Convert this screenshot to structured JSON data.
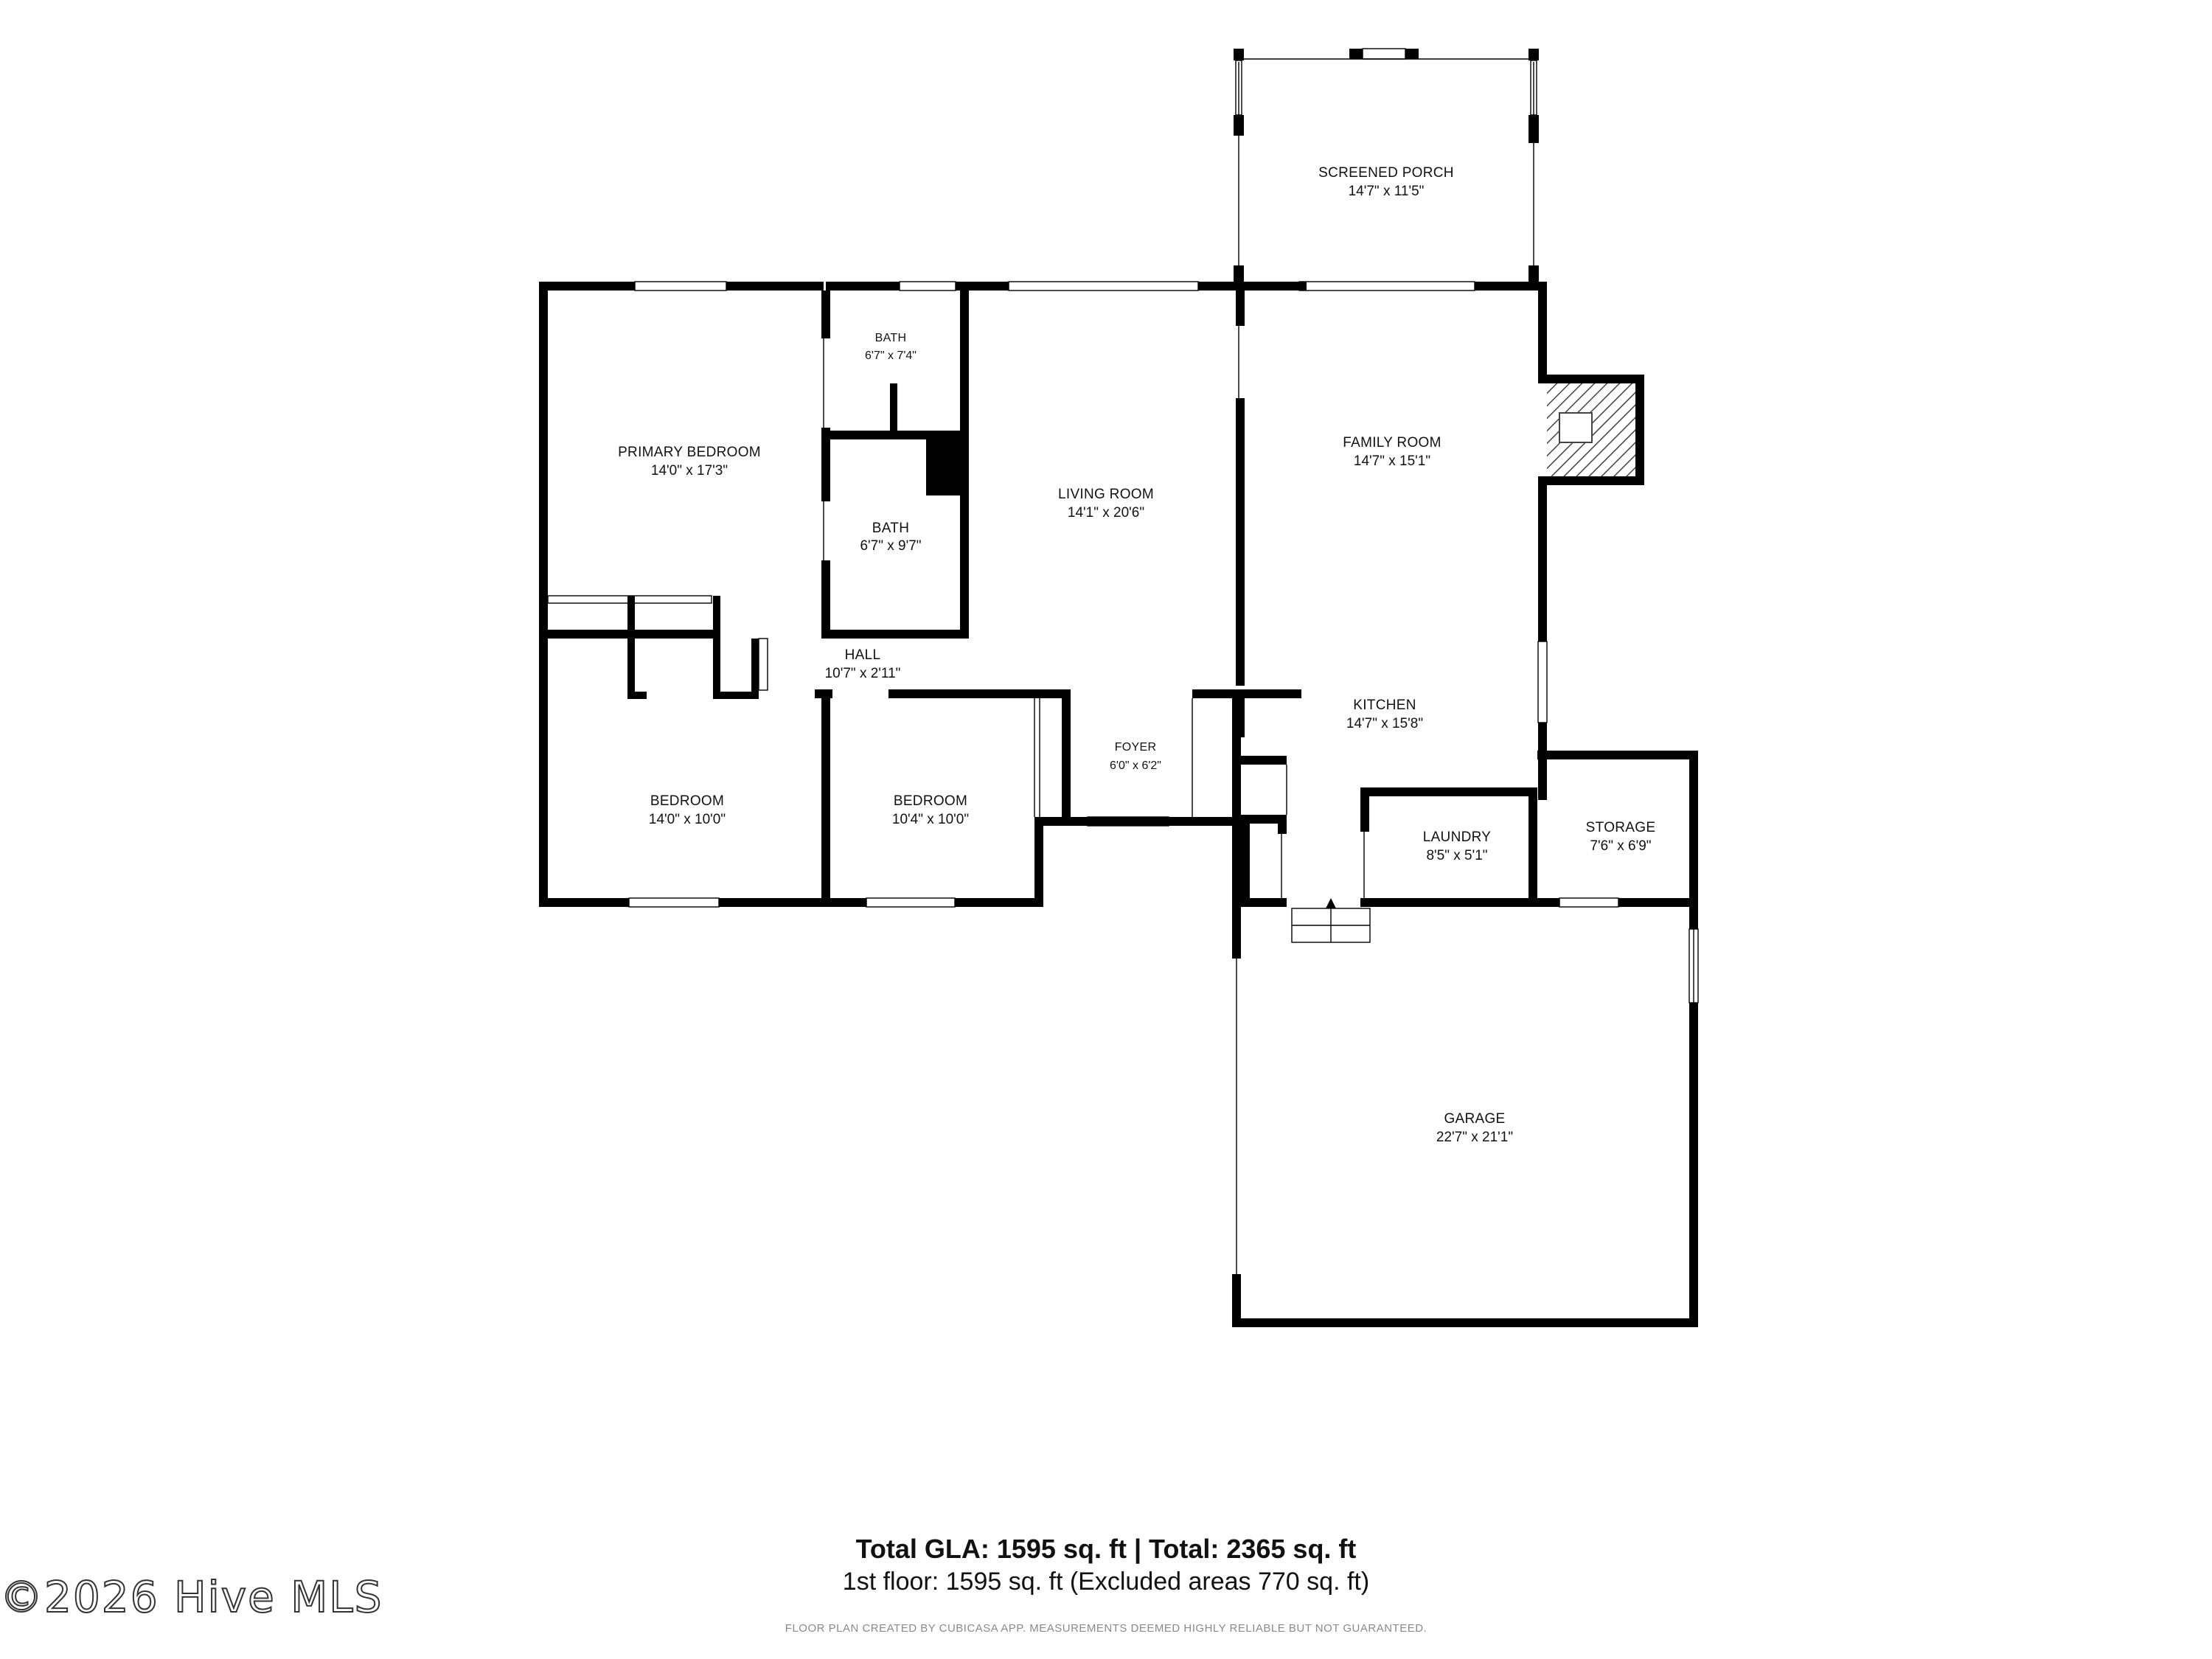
{
  "rooms": [
    {
      "id": "screened-porch",
      "name": "SCREENED PORCH",
      "dims": "14'7\" x 11'5\""
    },
    {
      "id": "bath-upper",
      "name": "BATH",
      "dims": "6'7\" x 7'4\""
    },
    {
      "id": "primary-bedroom",
      "name": "PRIMARY BEDROOM",
      "dims": "14'0\" x 17'3\""
    },
    {
      "id": "family-room",
      "name": "FAMILY ROOM",
      "dims": "14'7\" x 15'1\""
    },
    {
      "id": "living-room",
      "name": "LIVING ROOM",
      "dims": "14'1\" x 20'6\""
    },
    {
      "id": "bath-lower",
      "name": "BATH",
      "dims": "6'7\" x 9'7\""
    },
    {
      "id": "hall",
      "name": "HALL",
      "dims": "10'7\" x 2'11\""
    },
    {
      "id": "kitchen",
      "name": "KITCHEN",
      "dims": "14'7\" x 15'8\""
    },
    {
      "id": "foyer",
      "name": "FOYER",
      "dims": "6'0\" x 6'2\""
    },
    {
      "id": "bedroom-1",
      "name": "BEDROOM",
      "dims": "14'0\" x 10'0\""
    },
    {
      "id": "bedroom-2",
      "name": "BEDROOM",
      "dims": "10'4\" x 10'0\""
    },
    {
      "id": "laundry",
      "name": "LAUNDRY",
      "dims": "8'5\" x 5'1\""
    },
    {
      "id": "storage",
      "name": "STORAGE",
      "dims": "7'6\" x 6'9\""
    },
    {
      "id": "garage",
      "name": "GARAGE",
      "dims": "22'7\" x 21'1\""
    }
  ],
  "summary": {
    "total_line": "Total GLA: 1595 sq. ft | Total: 2365 sq. ft",
    "floor_line": "1st floor: 1595 sq. ft (Excluded areas 770 sq. ft)"
  },
  "disclaimer": "FLOOR PLAN CREATED BY CUBICASA APP. MEASUREMENTS DEEMED HIGHLY RELIABLE BUT NOT GUARANTEED.",
  "watermark": "©2026 Hive MLS",
  "colors": {
    "wall": "#000000",
    "background": "#ffffff",
    "window": "#ffffff",
    "hatch": "#444444"
  }
}
